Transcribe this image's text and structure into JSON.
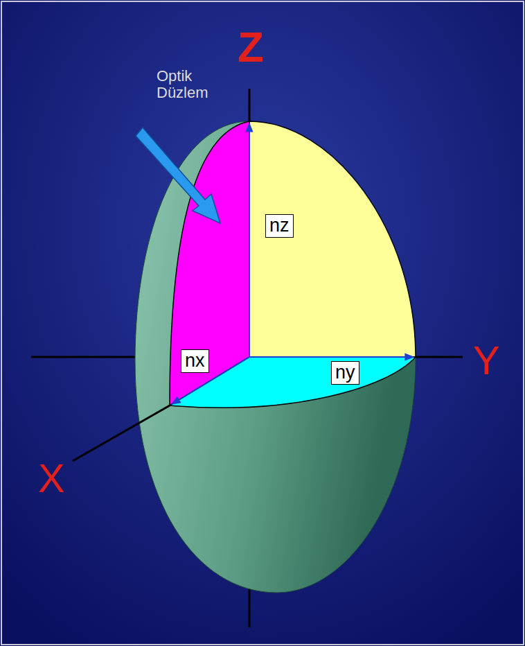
{
  "diagram": {
    "nodes": [
      {
        "text": [
          "nz"
        ]
      },
      {
        "text": [
          "nx"
        ]
      },
      {
        "text": [
          "ny"
        ]
      }
    ],
    "labels": [
      "Z",
      "Optik Düzlem",
      "Y",
      "X"
    ]
  }
}
